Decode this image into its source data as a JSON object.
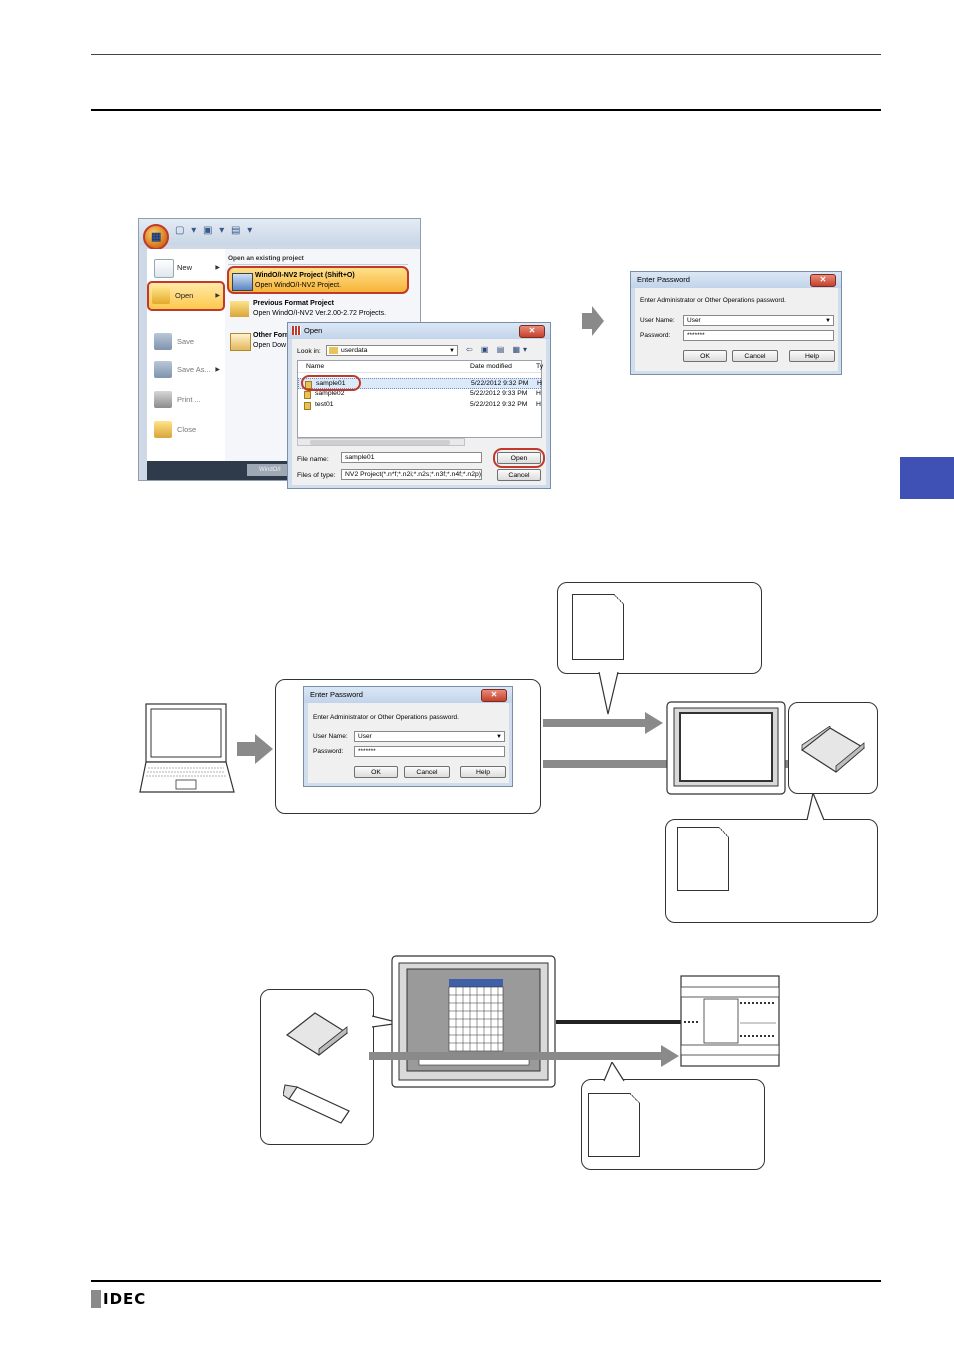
{
  "screenshot_app": {
    "menu_items": [
      "New",
      "Open",
      "Save",
      "Save As...",
      "Print ...",
      "Close"
    ],
    "recent_header": "Open an existing project",
    "recent_items": [
      {
        "title": "WindO/I-NV2 Project (Shift+O)",
        "desc": "Open WindO/I-NV2 Project."
      },
      {
        "title": "Previous Format Project",
        "desc": "Open WindO/I-NV2 Ver.2.00-2.72 Projects."
      },
      {
        "title": "Other Form",
        "desc": "Open Dow"
      }
    ],
    "bottom_chip": "WindO/I"
  },
  "open_dialog": {
    "title": "Open",
    "look_in_label": "Look in:",
    "look_in_value": "userdata",
    "columns": [
      "Name",
      "Date modified",
      "Ty"
    ],
    "files": [
      {
        "name": "sample01",
        "date": "5/22/2012 9:32 PM",
        "type": "H"
      },
      {
        "name": "sample02",
        "date": "5/22/2012 9:33 PM",
        "type": "H"
      },
      {
        "name": "test01",
        "date": "5/22/2012 9:32 PM",
        "type": "H"
      }
    ],
    "file_name_label": "File name:",
    "file_name_value": "sample01",
    "files_of_type_label": "Files of type:",
    "files_of_type_value": "NV2 Project(*.n*f;*.n2i;*.n2s;*.n3f;*.n4f;*.n2p)",
    "open_button": "Open",
    "cancel_button": "Cancel"
  },
  "password_dialog": {
    "title": "Enter Password",
    "prompt": "Enter Administrator or Other Operations password.",
    "user_label": "User Name:",
    "user_value": "User",
    "password_label": "Password:",
    "password_value": "*******",
    "ok": "OK",
    "cancel": "Cancel",
    "help": "Help"
  },
  "footer": {
    "logo": "IDEC"
  },
  "colors": {
    "tab_marker": "#3f51b5",
    "highlight": "#c0392b",
    "arrow": "#8a8a8a"
  }
}
